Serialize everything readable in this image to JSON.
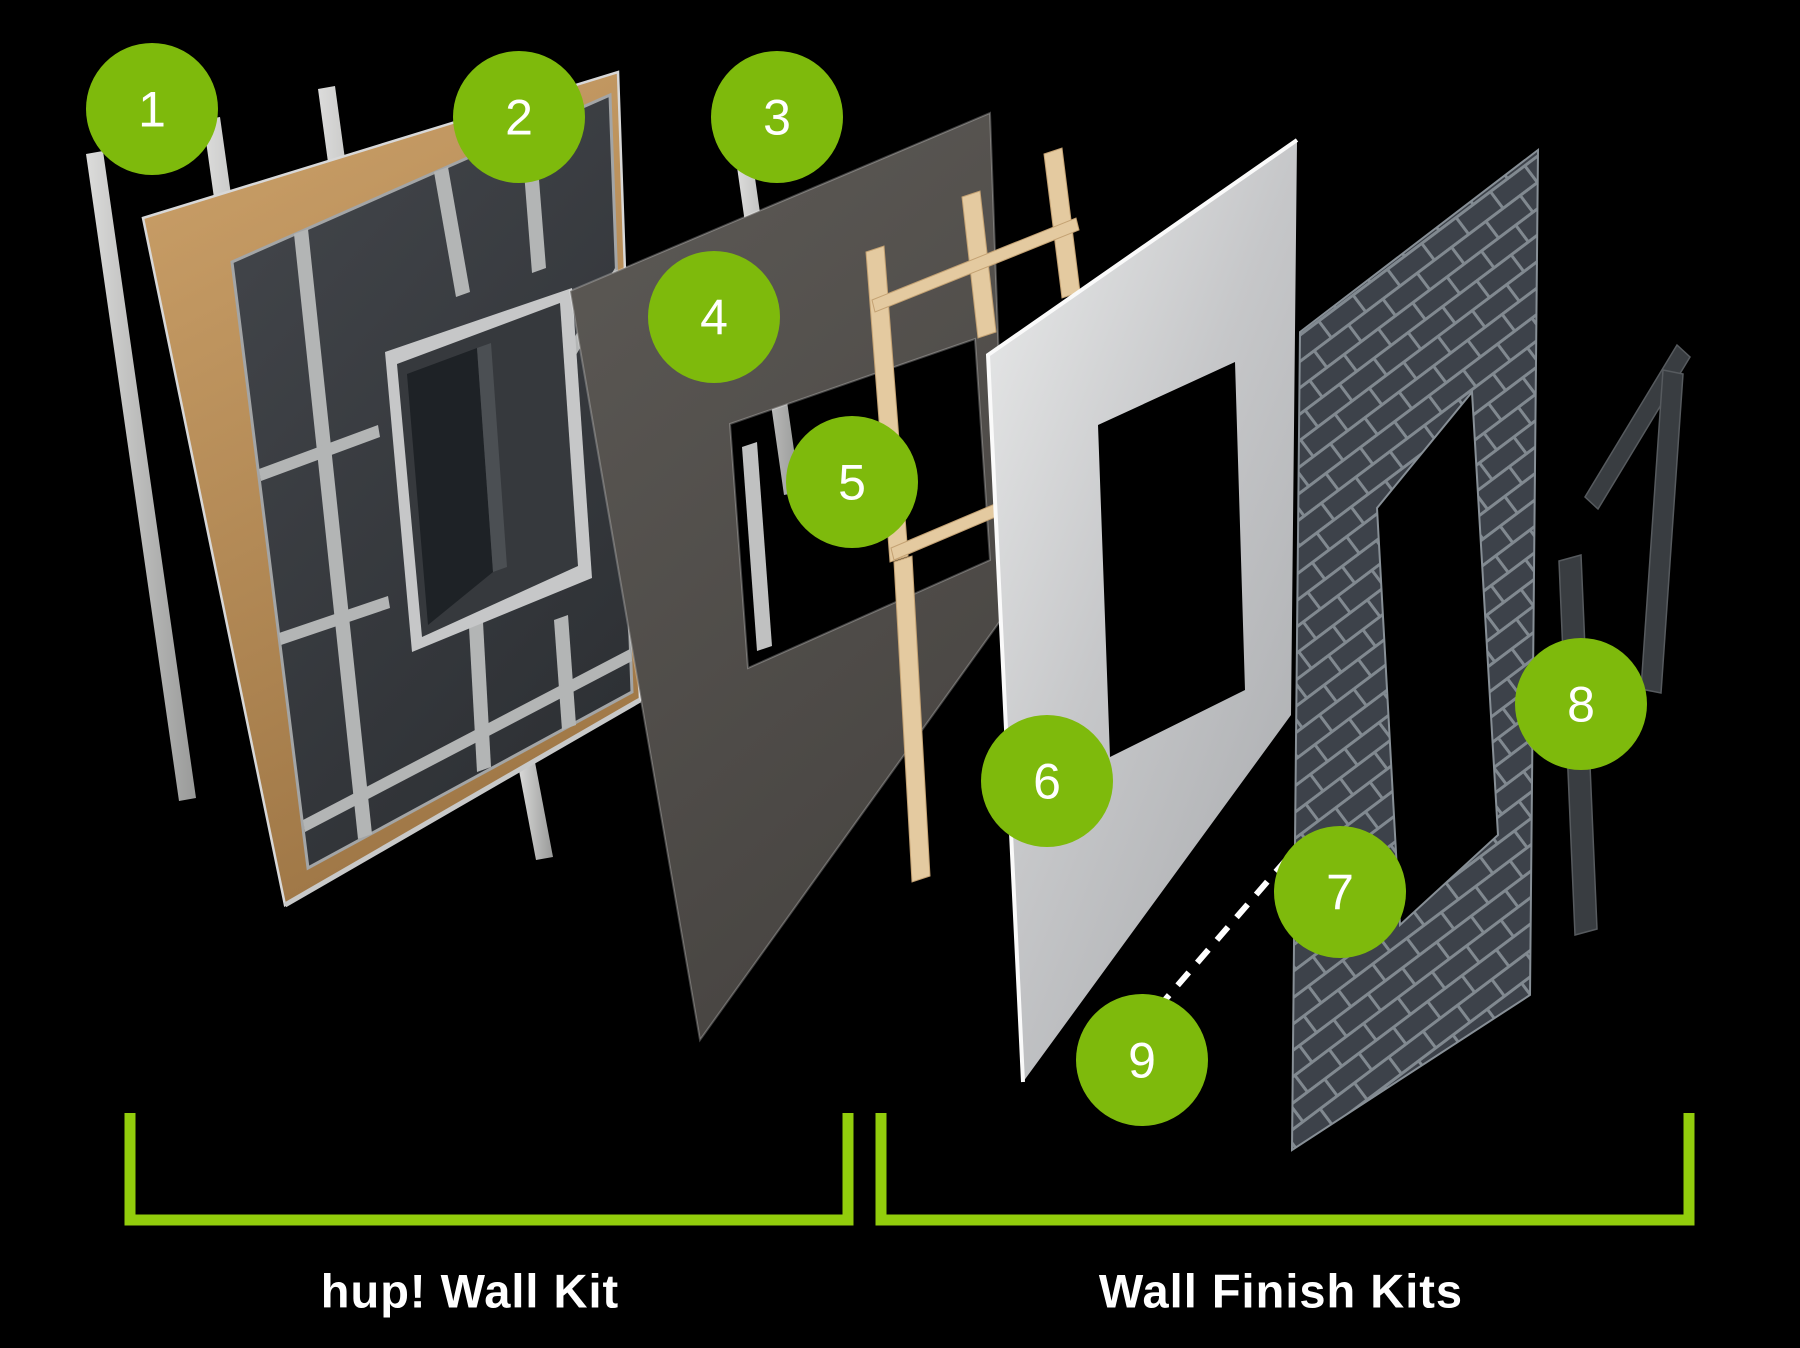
{
  "diagram": {
    "badges": [
      {
        "number": "1"
      },
      {
        "number": "2"
      },
      {
        "number": "3"
      },
      {
        "number": "4"
      },
      {
        "number": "5"
      },
      {
        "number": "6"
      },
      {
        "number": "7"
      },
      {
        "number": "8"
      },
      {
        "number": "9"
      }
    ],
    "groups": {
      "left": {
        "label": "hup! Wall Kit"
      },
      "right": {
        "label": "Wall Finish Kits"
      }
    },
    "colors": {
      "background": "#000000",
      "badge_green": "#7eba0c",
      "badge_text": "#ffffff",
      "bracket_green": "#92cd0c",
      "label_text": "#ffffff",
      "callout_line": "#ffffff",
      "timber_frame": "#b6895a",
      "insulation_face": "#3a3d41",
      "metal_stud": "#c2c3c2",
      "sheathing_board": "#54514e",
      "timber_batten": "#e4caa0",
      "render_board": "#c9cacc",
      "brick": "#3d424a",
      "mortar": "#818990",
      "trim": "#393d41"
    }
  }
}
